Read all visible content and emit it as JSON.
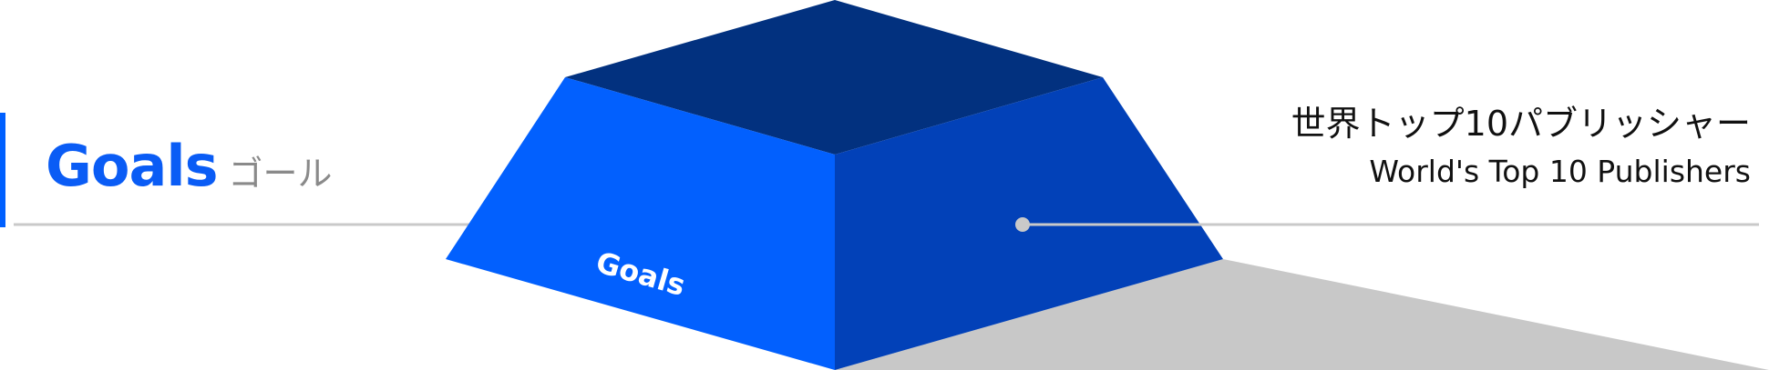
{
  "section": {
    "title_en": "Goals",
    "title_ja": "ゴール"
  },
  "block": {
    "front_label": "Goals"
  },
  "callout": {
    "title_ja": "世界トップ10パブリッシャー",
    "title_en": "World's Top 10 Publishers"
  },
  "colors": {
    "accent": "#0060ff",
    "top_face": "#02317f",
    "left_face": "#0260fe",
    "right_face": "#0241b8",
    "shadow": "#c8c8c8",
    "rule": "#c9c9c9"
  }
}
